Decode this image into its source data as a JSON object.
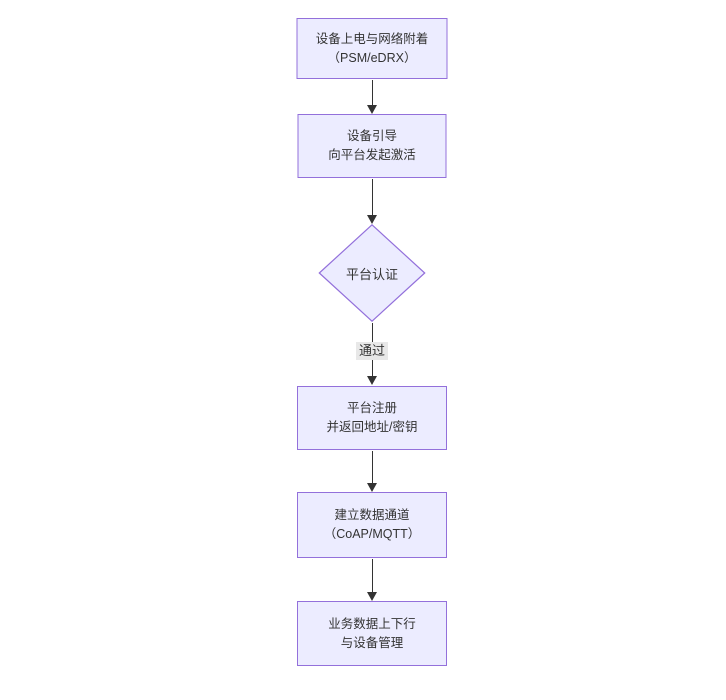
{
  "diagram": {
    "type": "flowchart",
    "direction": "top-down",
    "colors": {
      "background": "#FFFFFF",
      "node_fill": "#ECECFF",
      "node_border": "#9370DB",
      "text": "#333333",
      "arrow": "#333333",
      "edge_label_bg": "#E8E8E8"
    },
    "nodes": [
      {
        "id": "A",
        "shape": "rect",
        "line1": "设备上电与网络附着",
        "line2": "（PSM/eDRX）"
      },
      {
        "id": "B",
        "shape": "rect",
        "line1": "设备引导",
        "line2": "向平台发起激活"
      },
      {
        "id": "C",
        "shape": "diamond",
        "line1": "平台认证",
        "line2": ""
      },
      {
        "id": "D",
        "shape": "rect",
        "line1": "平台注册",
        "line2": "并返回地址/密钥"
      },
      {
        "id": "E",
        "shape": "rect",
        "line1": "建立数据通道",
        "line2": "（CoAP/MQTT）"
      },
      {
        "id": "F",
        "shape": "rect",
        "line1": "业务数据上下行",
        "line2": "与设备管理"
      }
    ],
    "edges": [
      {
        "from": "A",
        "to": "B",
        "label": ""
      },
      {
        "from": "B",
        "to": "C",
        "label": ""
      },
      {
        "from": "C",
        "to": "D",
        "label": "通过"
      },
      {
        "from": "D",
        "to": "E",
        "label": ""
      },
      {
        "from": "E",
        "to": "F",
        "label": ""
      }
    ]
  }
}
